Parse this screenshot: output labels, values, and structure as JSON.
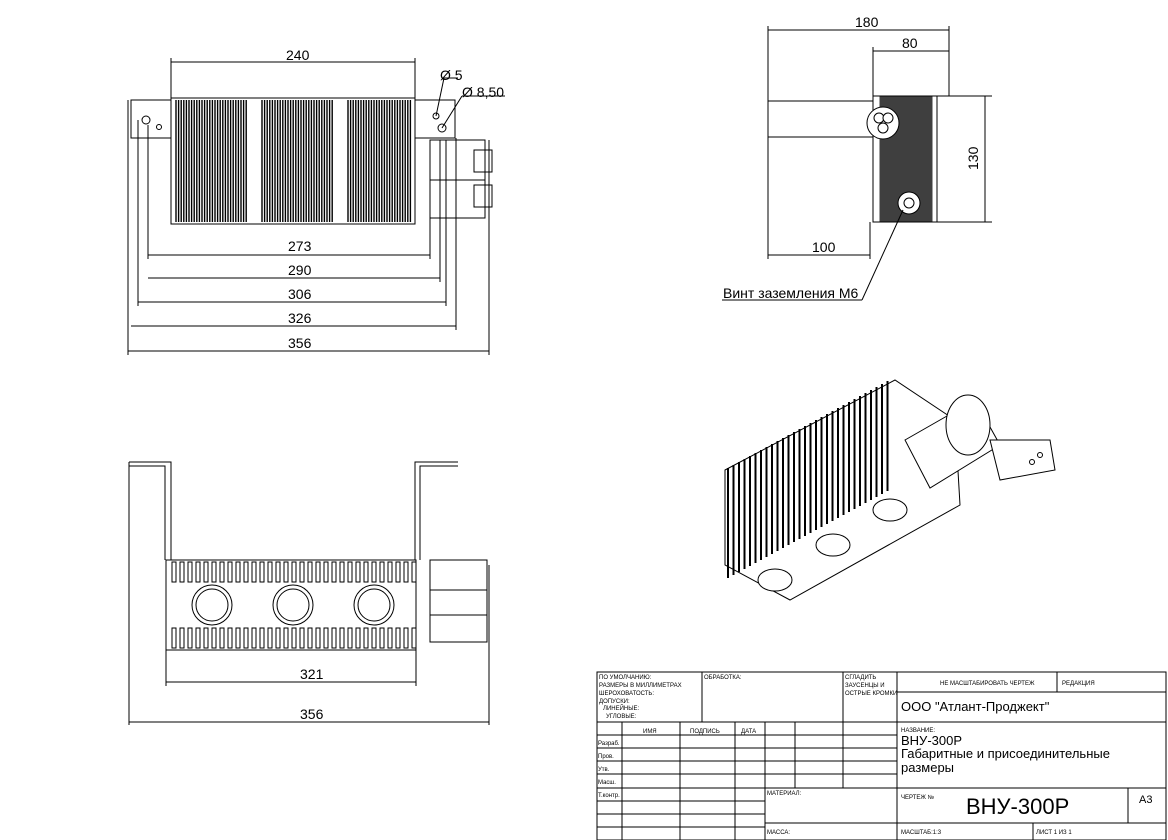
{
  "top_view": {
    "dims": [
      "240",
      "273",
      "290",
      "306",
      "326",
      "356"
    ],
    "hole_labels": [
      "Ø 5",
      "Ø 8,50"
    ]
  },
  "side_view": {
    "dims": [
      "180",
      "80",
      "130",
      "100"
    ],
    "callout": "Винт заземления М6"
  },
  "front_view": {
    "dims": [
      "321",
      "356"
    ]
  },
  "title_block": {
    "default_note": [
      "ПО УМОЛЧАНИЮ:",
      "РАЗМЕРЫ В МИЛЛИМЕТРАХ",
      "ШЕРОХОВАТОСТЬ:",
      "ДОПУСКИ:",
      "ЛИНЕЙНЫЕ:",
      "УГЛОВЫЕ:"
    ],
    "processing": "ОБРАБОТКА:",
    "deburr": [
      "СГЛАДИТЬ",
      "ЗАУСЕНЦЫ И",
      "ОСТРЫЕ КРОМКИ"
    ],
    "no_scale": "НЕ МАСШТАБИРОВАТЬ ЧЕРТЕЖ",
    "revision": "РЕДАКЦИЯ",
    "company": "ООО \"Атлант-Проджект\"",
    "name_label": "НАЗВАНИЕ:",
    "name_lines": [
      "ВНУ-300Р",
      "Габаритные и присоединительные",
      "размеры"
    ],
    "col_headers": [
      "ИМЯ",
      "ПОДПИСЬ",
      "ДАТА"
    ],
    "row_labels": [
      "Разраб.",
      "Пров.",
      "Утв.",
      "Масш.",
      "Т.контр."
    ],
    "material": "МАТЕРИАЛ:",
    "drawing_no_label": "ЧЕРТЕЖ №",
    "drawing_no": "ВНУ-300Р",
    "format": "A3",
    "mass": "МАССА:",
    "scale": "МАСШТАБ:1:3",
    "sheet": "ЛИСТ 1 ИЗ 1"
  }
}
